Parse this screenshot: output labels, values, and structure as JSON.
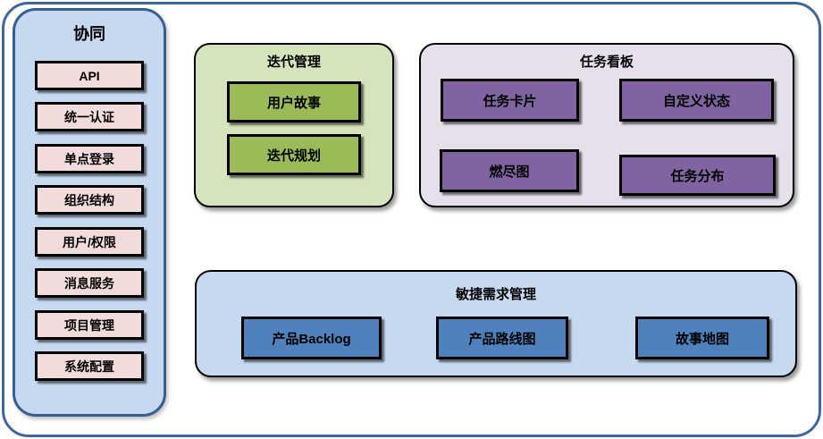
{
  "colors": {
    "frame_border": "#41659C",
    "panel_blue_fill": "#C6D9F1",
    "panel_blue_border": "#365F91",
    "item_pink": "#F2DCDB",
    "group_green_fill": "#D6E4BC",
    "item_green": "#9BBB59",
    "group_purple_fill": "#E5E0EC",
    "item_purple": "#8064A2",
    "group_blue_fill": "#C6D9F1",
    "item_blue": "#4F81BD",
    "node_border": "#000000"
  },
  "sidebar": {
    "title": "协同",
    "items": [
      "API",
      "统一认证",
      "单点登录",
      "组织结构",
      "用户/权限",
      "消息服务",
      "项目管理",
      "系统配置"
    ]
  },
  "groups": {
    "iteration": {
      "title": "迭代管理",
      "items": [
        "用户故事",
        "迭代规划"
      ]
    },
    "kanban": {
      "title": "任务看板",
      "items": [
        "任务卡片",
        "自定义状态",
        "燃尽图",
        "任务分布"
      ]
    },
    "agile": {
      "title": "敏捷需求管理",
      "items": [
        "产品Backlog",
        "产品路线图",
        "故事地图"
      ]
    }
  }
}
